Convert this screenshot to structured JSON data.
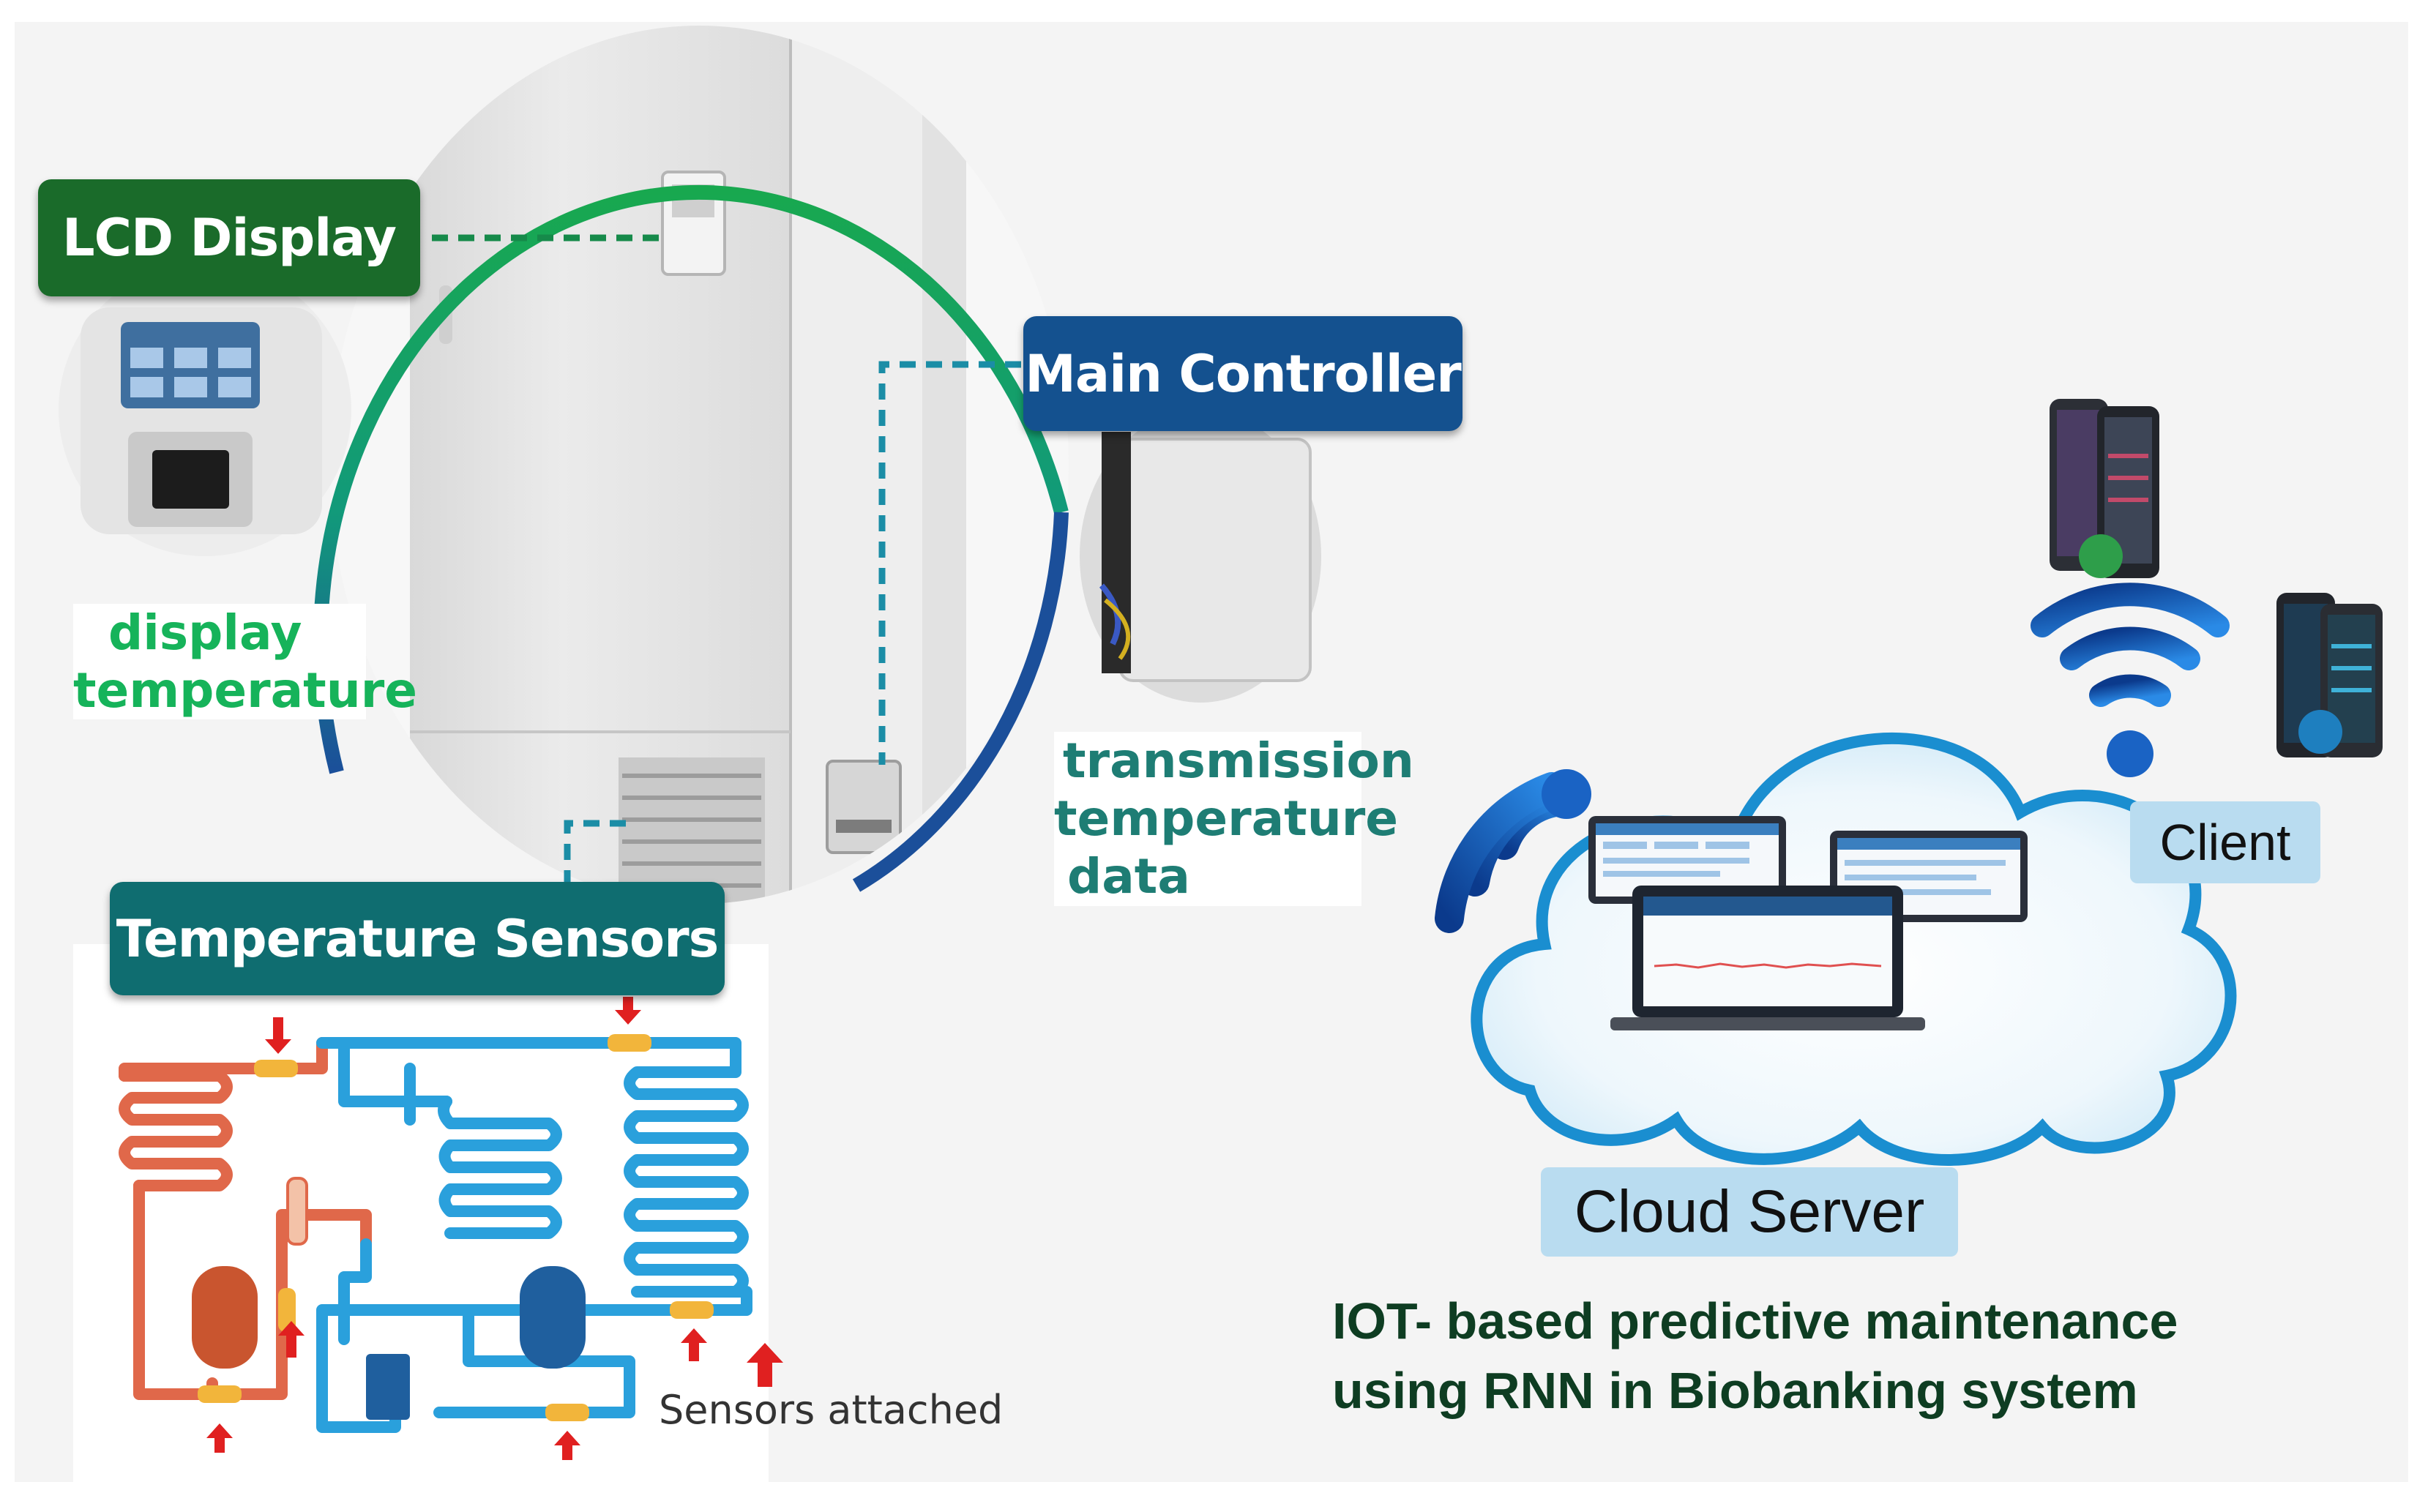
{
  "labels": {
    "lcd_display": "LCD Display",
    "main_controller": "Main Controller",
    "temperature_sensors": "Temperature Sensors",
    "display_temperature_1": "display",
    "display_temperature_2": "temperature",
    "transmission_1": "transmission",
    "transmission_2": "temperature",
    "transmission_3": "data",
    "sensors_attached": "Sensors attached",
    "cloud_server": "Cloud Server",
    "client": "Client",
    "title_line_1": "IOT- based predictive maintenance",
    "title_line_2": "using RNN in Biobanking system"
  },
  "colors": {
    "lcd_box": "#1a6b2a",
    "controller_box": "#14518f",
    "sensors_box": "#0f6d70",
    "green_text": "#16b35a",
    "teal_text": "#1e7d74",
    "ring_green": "#18a84f",
    "ring_blue": "#1b4f9a",
    "wifi_blue": "#1a63c4",
    "hot_pipe": "#e0684a",
    "cold_pipe": "#2aa0dc",
    "arrow_red": "#e02020"
  },
  "icons": [
    "wifi-icon",
    "wifi-icon",
    "smartphone-icon",
    "laptop-icon",
    "cloud-icon",
    "arrow-up-icon"
  ]
}
